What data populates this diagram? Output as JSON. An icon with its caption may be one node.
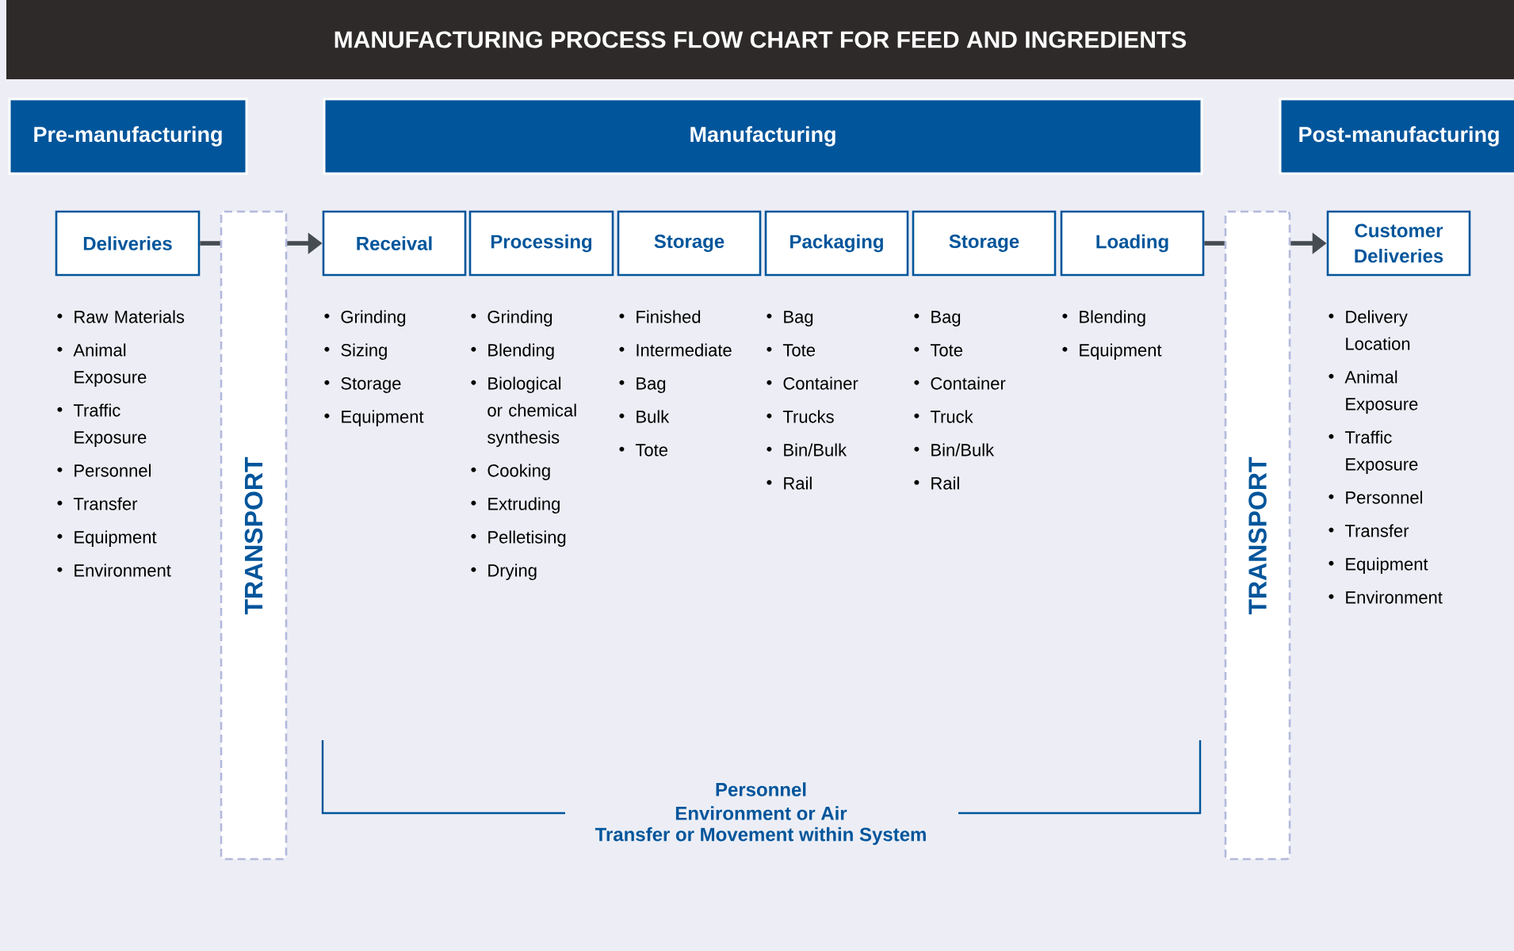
{
  "diagram": {
    "title": "MANUFACTURING PROCESS FLOW CHART FOR FEED AND INGREDIENTS",
    "nodes": [
      {
        "text": [
          "Pre-manufacturing"
        ]
      },
      {
        "text": [
          "Manufacturing"
        ]
      },
      {
        "text": [
          "Post-manufacturing"
        ]
      },
      {
        "text": [
          "Deliveries"
        ],
        "beside": [
          "Raw Materials",
          "Animal Exposure",
          "Traffic Exposure",
          "Personnel",
          "Transfer",
          "Equipment",
          "Environment"
        ]
      },
      {
        "text": [
          "TRANSPORT"
        ]
      },
      {
        "text": [
          "Receival"
        ],
        "beside": [
          "Grinding",
          "Sizing",
          "Storage",
          "Equipment"
        ]
      },
      {
        "text": [
          "Processing"
        ],
        "beside": [
          "Grinding",
          "Blending",
          "Biological or chemical synthesis",
          "Cooking",
          "Extruding",
          "Pelletising",
          "Drying"
        ]
      },
      {
        "text": [
          "Storage"
        ],
        "beside": [
          "Finished",
          "Intermediate",
          "Bag",
          "Bulk",
          "Tote"
        ]
      },
      {
        "text": [
          "Packaging"
        ],
        "beside": [
          "Bag",
          "Tote",
          "Container",
          "Trucks",
          "Bin/Bulk",
          "Rail"
        ]
      },
      {
        "text": [
          "Storage"
        ],
        "beside": [
          "Bag",
          "Tote",
          "Container",
          "Truck",
          "Bin/Bulk",
          "Rail"
        ]
      },
      {
        "text": [
          "Loading"
        ],
        "beside": [
          "Blending",
          "Equipment"
        ]
      },
      {
        "text": [
          "TRANSPORT"
        ]
      },
      {
        "text": [
          "Customer Deliveries"
        ],
        "beside": [
          "Delivery Location",
          "Animal Exposure",
          "Traffic Exposure",
          "Personnel",
          "Transfer",
          "Equipment",
          "Environment"
        ]
      }
    ],
    "edges": [
      {
        "from": 3,
        "to": 4,
        "arrow": "none"
      },
      {
        "from": 4,
        "to": 5,
        "arrow": "to"
      },
      {
        "from": 10,
        "to": 11,
        "arrow": "none"
      },
      {
        "from": 11,
        "to": 12,
        "arrow": "to"
      }
    ],
    "labels": [
      "Personnel",
      "Environment or Air",
      "Transfer or Movement within System"
    ]
  }
}
